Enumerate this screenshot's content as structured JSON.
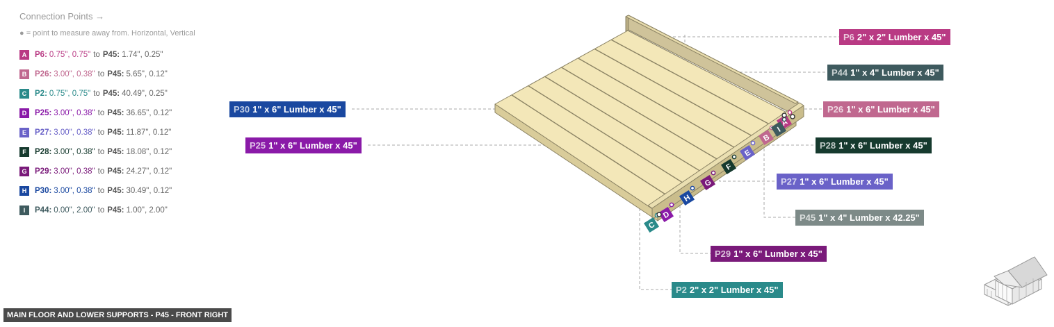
{
  "legend": {
    "title": "Connection Points →",
    "subtitle": "● = point to measure away from. Horizontal, Vertical",
    "items": [
      {
        "letter": "A",
        "part": "P6:",
        "part_vals": "0.75\", 0.75\"",
        "to": "to",
        "target": "P45:",
        "target_vals": "1.74\", 0.25\"",
        "color": "#b93a84"
      },
      {
        "letter": "B",
        "part": "P26:",
        "part_vals": "3.00\", 0.38\"",
        "to": "to",
        "target": "P45:",
        "target_vals": "5.65\", 0.12\"",
        "color": "#c0688f"
      },
      {
        "letter": "C",
        "part": "P2:",
        "part_vals": "0.75\", 0.75\"",
        "to": "to",
        "target": "P45:",
        "target_vals": "40.49\", 0.25\"",
        "color": "#2a8a8a"
      },
      {
        "letter": "D",
        "part": "P25:",
        "part_vals": "3.00\", 0.38\"",
        "to": "to",
        "target": "P45:",
        "target_vals": "36.65\", 0.12\"",
        "color": "#8a1aa8"
      },
      {
        "letter": "E",
        "part": "P27:",
        "part_vals": "3.00\", 0.38\"",
        "to": "to",
        "target": "P45:",
        "target_vals": "11.87\", 0.12\"",
        "color": "#6a62c8"
      },
      {
        "letter": "F",
        "part": "P28:",
        "part_vals": "3.00\", 0.38\"",
        "to": "to",
        "target": "P45:",
        "target_vals": "18.08\", 0.12\"",
        "color": "#163a2e"
      },
      {
        "letter": "G",
        "part": "P29:",
        "part_vals": "3.00\", 0.38\"",
        "to": "to",
        "target": "P45:",
        "target_vals": "24.27\", 0.12\"",
        "color": "#7a1a7a"
      },
      {
        "letter": "H",
        "part": "P30:",
        "part_vals": "3.00\", 0.38\"",
        "to": "to",
        "target": "P45:",
        "target_vals": "30.49\", 0.12\"",
        "color": "#1a48a0"
      },
      {
        "letter": "I",
        "part": "P44:",
        "part_vals": "0.00\", 2.00\"",
        "to": "to",
        "target": "P45:",
        "target_vals": "1.00\", 2.00\"",
        "color": "#3e5a5e"
      }
    ]
  },
  "parts": {
    "p6": {
      "id": "P6",
      "desc": "2\" x 2\" Lumber x 45\"",
      "color": "#b93a84"
    },
    "p44": {
      "id": "P44",
      "desc": "1\" x 4\" Lumber  x 45\"",
      "color": "#3e5a5e"
    },
    "p26": {
      "id": "P26",
      "desc": "1\" x 6\" Lumber x 45\"",
      "color": "#c0688f"
    },
    "p30": {
      "id": "P30",
      "desc": "1\" x 6\" Lumber x 45\"",
      "color": "#1a48a0"
    },
    "p28": {
      "id": "P28",
      "desc": "1\" x 6\" Lumber x 45\"",
      "color": "#163a2e"
    },
    "p25": {
      "id": "P25",
      "desc": "1\" x 6\" Lumber x 45\"",
      "color": "#8a1aa8"
    },
    "p27": {
      "id": "P27",
      "desc": "1\" x 6\" Lumber x 45\"",
      "color": "#6a62c8"
    },
    "p45": {
      "id": "P45",
      "desc": "1\" x 4\" Lumber  x 42.25\"",
      "color": "#7d8a88"
    },
    "p29": {
      "id": "P29",
      "desc": "1\" x 6\" Lumber x 45\"",
      "color": "#7a1a7a"
    },
    "p2": {
      "id": "P2",
      "desc": "2\" x 2\" Lumber x 45\"",
      "color": "#2a8a8a"
    }
  },
  "footer": "MAIN FLOOR AND LOWER SUPPORTS - P45 - FRONT RIGHT",
  "colors": {
    "wood": "#f3e7b8",
    "wood_edge": "#8b8364",
    "leader": "#a8a8a8"
  }
}
